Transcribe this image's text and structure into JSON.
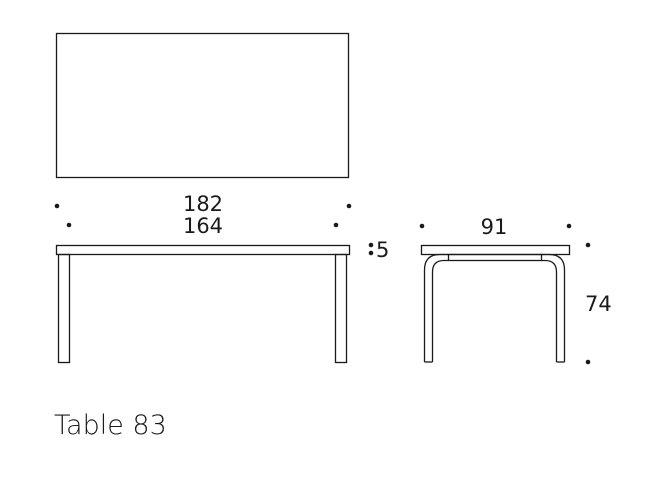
{
  "title": "Table 83",
  "dimensions": {
    "length_outer": "182",
    "length_inner": "164",
    "top_thickness": "5",
    "depth": "91",
    "height": "74"
  },
  "unit_hint": "cm"
}
